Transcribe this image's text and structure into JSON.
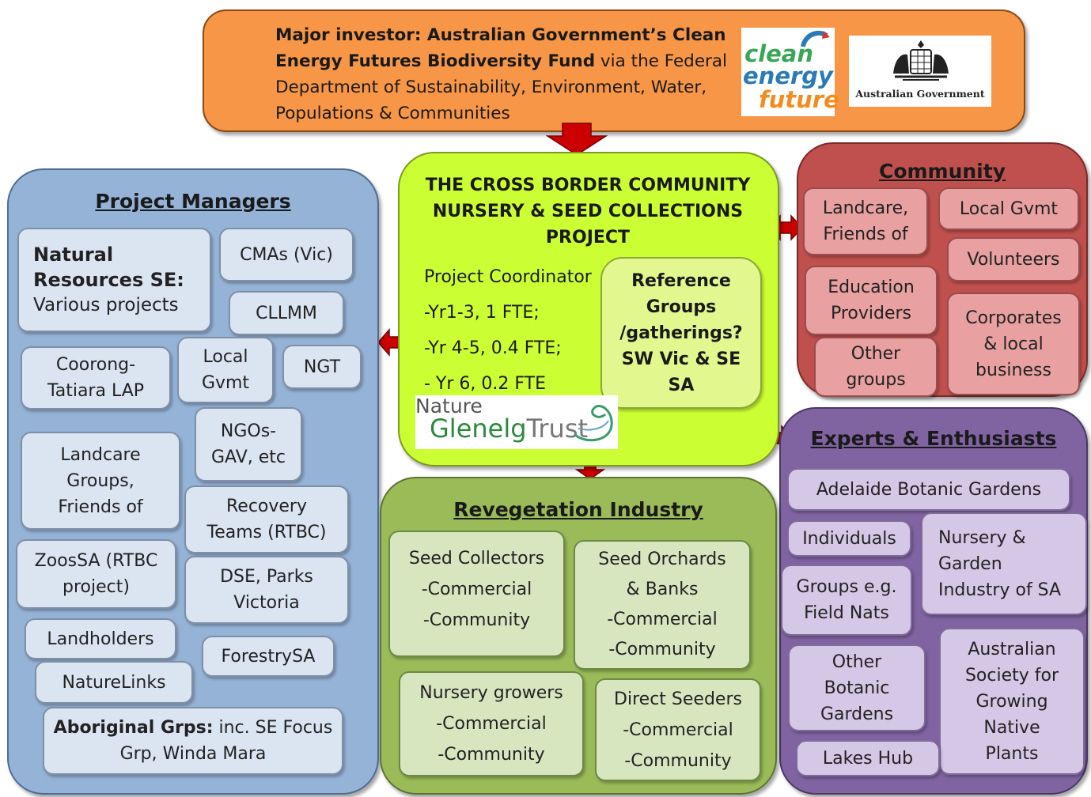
{
  "investor": {
    "line1": "Major investor: Australian Government’s Clean",
    "line2_bold": "Energy Futures Biodiversity Fund",
    "line2_rest": " via the Federal",
    "line3": "Department of Sustainability, Environment, Water,",
    "line4": "Populations & Communities",
    "logo_clean_1": "clean",
    "logo_clean_2": "energy",
    "logo_clean_3": "future",
    "logo_gov": "Australian Government"
  },
  "project": {
    "title1": "THE CROSS BORDER COMMUNITY",
    "title2": "NURSERY & SEED COLLECTIONS",
    "title3": "PROJECT",
    "coord": "Project Coordinator",
    "yr1": "-Yr1-3, 1 FTE;",
    "yr2": "-Yr 4-5, 0.4 FTE;",
    "yr3": "- Yr 6, 0.2 FTE",
    "ref1": "Reference",
    "ref2": "Groups",
    "ref3": "/gatherings?",
    "ref4": "SW Vic  & SE",
    "ref5": "SA",
    "logo_nature": "Nature",
    "logo_glenelg": "Glenelg",
    "logo_trust": "Trust"
  },
  "managers": {
    "title": "Project Managers",
    "nrse_bold1": "Natural",
    "nrse_bold2": "Resources SE:",
    "nrse_rest": "Various projects",
    "cmas": "CMAs (Vic)",
    "cllmm": "CLLMM",
    "coorong1": "Coorong-",
    "coorong2": "Tatiara LAP",
    "local1": "Local",
    "local2": "Gvmt",
    "ngt": "NGT",
    "ngos1": "NGOs-",
    "ngos2": "GAV, etc",
    "landcare1": "Landcare",
    "landcare2": "Groups,",
    "landcare3": "Friends of",
    "recovery1": "Recovery",
    "recovery2": "Teams (RTBC)",
    "zoos1": "ZoosSA (RTBC",
    "zoos2": "project)",
    "dse1": "DSE, Parks",
    "dse2": "Victoria",
    "landholders": "Landholders",
    "forestry": "ForestrySA",
    "naturelinks": "NatureLinks",
    "aboriginal_bold": "Aboriginal Grps:",
    "aboriginal_rest": " inc. SE Focus",
    "aboriginal2": "Grp, Winda Mara"
  },
  "community": {
    "title": "Community",
    "landcare1": "Landcare,",
    "landcare2": "Friends of",
    "localgvmt": "Local Gvmt",
    "volunteers": "Volunteers",
    "edu1": "Education",
    "edu2": "Providers",
    "corp1": "Corporates",
    "corp2": "& local",
    "corp3": "business",
    "other1": "Other",
    "other2": "groups"
  },
  "experts": {
    "title": "Experts & Enthusiasts",
    "abg": "Adelaide Botanic Gardens",
    "individuals": "Individuals",
    "nursery1": "Nursery &",
    "nursery2": "Garden",
    "nursery3": "Industry of SA",
    "groups1": "Groups e.g.",
    "groups2": "Field Nats",
    "obg1": "Other",
    "obg2": "Botanic",
    "obg3": "Gardens",
    "asgnp1": "Australian",
    "asgnp2": "Society for",
    "asgnp3": "Growing",
    "asgnp4": "Native",
    "asgnp5": "Plants",
    "lakes": "Lakes Hub"
  },
  "reveg": {
    "title": "Revegetation Industry",
    "seedc": "Seed Collectors",
    "seedc_a": "-Commercial",
    "seedc_b": "-Community",
    "orch1": "Seed Orchards",
    "orch2": "& Banks",
    "orch_a": "-Commercial",
    "orch_b": "-Community",
    "nurs": "Nursery growers",
    "nurs_a": "-Commercial",
    "nurs_b": "-Community",
    "direct": "Direct Seeders",
    "direct_a": "-Commercial",
    "direct_b": "-Community"
  },
  "colors": {
    "investor": "#f79646",
    "project": "#ccff33",
    "managers": "#95b3d7",
    "community": "#c0504d",
    "experts": "#8064a2",
    "reveg": "#9bbb59",
    "arrow": "#cc0000"
  }
}
